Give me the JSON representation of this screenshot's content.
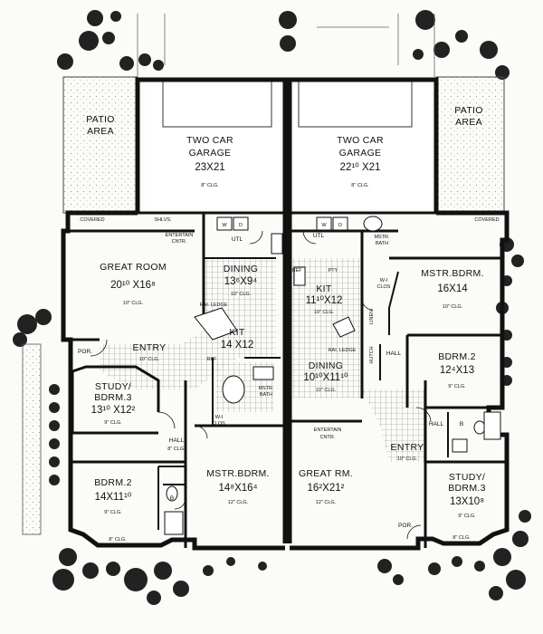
{
  "rooms": {
    "patio_left": {
      "name": "PATIO",
      "name2": "AREA"
    },
    "patio_right": {
      "name": "PATIO",
      "name2": "AREA"
    },
    "garage_left": {
      "name": "TWO CAR",
      "name2": "GARAGE",
      "size": "23X21",
      "clg": "8\" CLG."
    },
    "garage_right": {
      "name": "TWO CAR",
      "name2": "GARAGE",
      "size": "22¹⁰ X21",
      "clg": "8\" CLG."
    },
    "great_room": {
      "name": "GREAT ROOM",
      "size": "20¹⁰ X16⁸",
      "clg": "10\" CLG."
    },
    "dining_left": {
      "name": "DINING",
      "size": "13⁶X9⁴",
      "clg": "10\" CLG."
    },
    "kit_left": {
      "name": "KIT",
      "size": "14 X12",
      "clg": "10\" CLG."
    },
    "entry_left": {
      "name": "ENTRY",
      "clg": "10\" CLG."
    },
    "study_left": {
      "name": "STUDY/",
      "name2": "BDRM.3",
      "size": "13¹⁰ X12²",
      "clg": "9\" CLG."
    },
    "hall_left": {
      "name": "HALL",
      "clg": "8\" CLG."
    },
    "bdrm2_left": {
      "name": "BDRM.2",
      "size": "14X11¹⁰",
      "clg": "9\" CLG."
    },
    "mstr_left": {
      "name": "MSTR.BDRM.",
      "size": "14⁸X16⁴",
      "clg": "12\" CLG."
    },
    "great_rm_right": {
      "name": "GREAT RM.",
      "size": "16²X21²",
      "clg": "12\" CLG."
    },
    "kit_right": {
      "name": "KIT",
      "size": "11¹⁰X12",
      "clg": "10\" CLG."
    },
    "dining_right": {
      "name": "DINING",
      "size": "10¹⁰X11¹⁰",
      "clg": "10\" CLG."
    },
    "mstr_right": {
      "name": "MSTR.BDRM.",
      "size": "16X14",
      "clg": "10\" CLG."
    },
    "bdrm2_right": {
      "name": "BDRM.2",
      "size": "12⁴X13",
      "clg": "9\" CLG."
    },
    "hall_right": {
      "name": "HALL"
    },
    "hall_right2": {
      "name": "HALL"
    },
    "entry_right": {
      "name": "ENTRY",
      "clg": "10\" CLG."
    },
    "study_right": {
      "name": "STUDY/",
      "name2": "BDRM.3",
      "size": "13X10⁸",
      "clg": "9\" CLG."
    }
  },
  "labels": {
    "covered_l": "COVERED",
    "covered_r": "COVERED",
    "shlvs": "SHLVS.",
    "entertain_l": "ENTERTAIN",
    "entertain_l2": "CNTR.",
    "entertain_r": "ENTERTAIN",
    "entertain_r2": "CNTR.",
    "utl_l": "UTL",
    "utl_r": "UTL",
    "por_l": "POR.",
    "por_r": "POR.",
    "wi_clos_l": "W-I",
    "wi_clos_l2": "CLOS.",
    "wi_clos_r": "W-I",
    "wi_clos_r2": "CLOS",
    "mstr_bath_l": "MSTR.",
    "mstr_bath_l2": "BATH",
    "mstr_bath_r": "MSTR.",
    "mstr_bath_r2": "BATH",
    "linen": "LINEN",
    "hutch": "HUTCH",
    "ref_l": "REF",
    "ref_r": "REF",
    "pty_r": "PTY",
    "raised_bar_l": "RAI. LEDGE",
    "raised_bar_r": "RAI. LEDGE",
    "bath_l": "B",
    "bath_r": "B",
    "bay_clg_l": "8\" CLG.",
    "bay_clg_r": "8\" CLG.",
    "w": "W",
    "d": "D"
  }
}
